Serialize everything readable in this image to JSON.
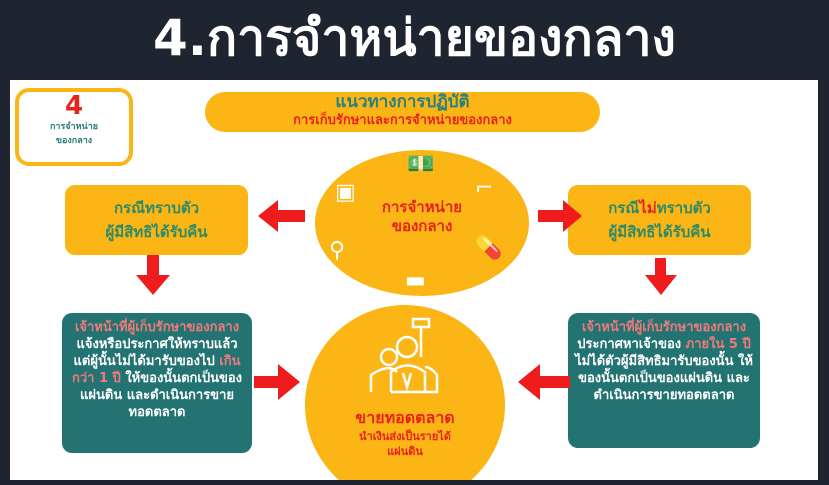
{
  "title": "4.การจำหน่ายของกลาง",
  "badge": {
    "number": "4",
    "line1": "การจำหน่าย",
    "line2": "ของกลาง"
  },
  "header": {
    "line1": "แนวทางการปฏิบัติ",
    "line2": "การเก็บรักษาและการจำหน่ายของกลาง"
  },
  "center": {
    "line1": "การจำหน่าย",
    "line2": "ของกลาง",
    "icons": [
      "money-icon",
      "treasure-chest-icon",
      "gun-icon",
      "motorcycle-icon",
      "pills-icon",
      "car-icon"
    ]
  },
  "left_case": {
    "line1": "กรณีทราบตัว",
    "line2": "ผู้มีสิทธิได้รับคืน"
  },
  "right_case": {
    "prefix": "กรณี",
    "highlight": "ไม่",
    "suffix": "ทราบตัว",
    "line2": "ผู้มีสิทธิได้รับคืน"
  },
  "left_detail": {
    "h1": "เจ้าหน้าที่ผู้เก็บรักษาของกลาง",
    "t1": " แจ้งหรือประกาศให้ทราบแล้ว แต่ผู้นั้นไม่ได้มารับของไป ",
    "h2": "เกินกว่า 1 ปี",
    "t2": " ให้ของนั้นตกเป็นของแผ่นดิน และดำเนินการขายทอดตลาด"
  },
  "right_detail": {
    "h1": "เจ้าหน้าที่ผู้เก็บรักษาของกลาง",
    "t1": " ประกาศหาเจ้าของ ",
    "h2": "ภายใน 5 ปี",
    "t2": "ไม่ได้ตัวผู้มีสิทธิมารับของนั้น ให้ของนั้นตกเป็นของแผ่นดิน และดำเนินการขายทอดตลาด"
  },
  "auction": {
    "line1": "ขายทอดตลาด",
    "line2": "นำเงินส่งเป็นรายได้แผ่นดิน",
    "icon": "auctioneer-icon"
  },
  "colors": {
    "yellow": "#fbb514",
    "teal": "#237373",
    "red": "#e8231d",
    "background": "#1e2430"
  }
}
